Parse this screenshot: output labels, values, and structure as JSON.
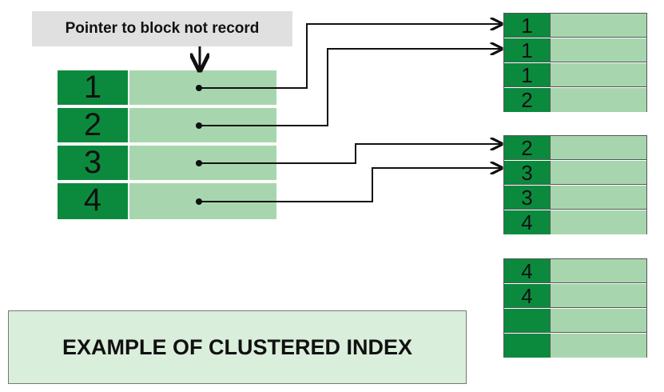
{
  "callout": {
    "label": "Pointer to block not record"
  },
  "index": {
    "rows": [
      {
        "key": "1"
      },
      {
        "key": "2"
      },
      {
        "key": "3"
      },
      {
        "key": "4"
      }
    ]
  },
  "blocks": [
    {
      "keys": [
        "1",
        "1",
        "1",
        "2"
      ]
    },
    {
      "keys": [
        "2",
        "3",
        "3",
        "4"
      ]
    },
    {
      "keys": [
        "4",
        "4",
        "",
        ""
      ]
    }
  ],
  "pointers": [
    {
      "from_index_row": 1,
      "to_block": 1,
      "to_block_row": 1
    },
    {
      "from_index_row": 2,
      "to_block": 1,
      "to_block_row": 2
    },
    {
      "from_index_row": 3,
      "to_block": 2,
      "to_block_row": 1
    },
    {
      "from_index_row": 4,
      "to_block": 2,
      "to_block_row": 2
    }
  ],
  "caption": "EXAMPLE OF CLUSTERED INDEX",
  "colors": {
    "key_cell": "#0b8a3e",
    "data_cell": "#a7d6ae",
    "callout_bg": "#e0e0e0",
    "caption_bg": "#d9eedb",
    "line": "#111111"
  }
}
